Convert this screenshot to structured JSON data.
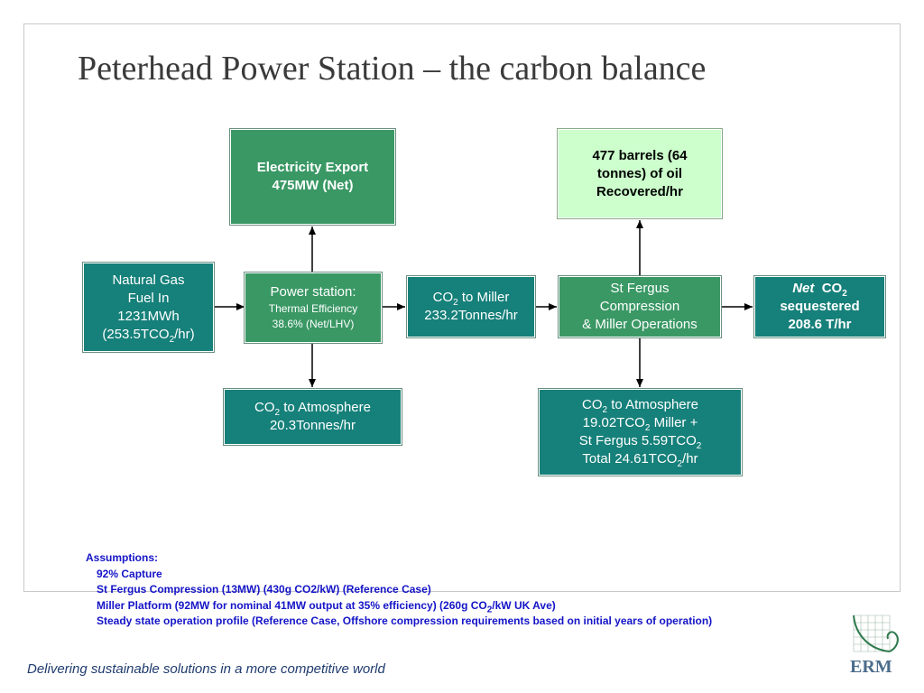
{
  "title": "Peterhead Power Station – the carbon balance",
  "boxes": {
    "electricity": {
      "line1": "Electricity Export",
      "line2": "475MW (Net)"
    },
    "oil": {
      "line1": "477 barrels (64",
      "line2": "tonnes) of oil",
      "line3": "Recovered/hr"
    },
    "natural_gas": {
      "line1": "Natural Gas",
      "line2": "Fuel In",
      "line3": "1231MWh",
      "line4_pre": "(253.5TCO",
      "line4_sub": "2",
      "line4_post": "/hr)"
    },
    "power_station": {
      "line1": "Power station:",
      "line2": "Thermal Efficiency",
      "line3": "38.6% (Net/LHV)"
    },
    "co2_miller": {
      "line1_pre": "CO",
      "line1_sub": "2",
      "line1_post": " to Miller",
      "line2": "233.2Tonnes/hr"
    },
    "st_fergus": {
      "line1": "St Fergus",
      "line2": "Compression",
      "line3": "& Miller Operations"
    },
    "net_co2": {
      "net": "Net",
      "line1_pre": "CO",
      "line1_sub": "2",
      "line2": "sequestered",
      "line3": "208.6 T/hr"
    },
    "atm_power": {
      "line1_pre": "CO",
      "line1_sub": "2",
      "line1_post": " to Atmosphere",
      "line2": "20.3Tonnes/hr"
    },
    "atm_fergus": {
      "line1_pre": "CO",
      "line1_sub": "2",
      "line1_post": " to Atmosphere",
      "line2_pre": "19.02TCO",
      "line2_sub": "2",
      "line2_post": " Miller +",
      "line3_pre": "St Fergus 5.59TCO",
      "line3_sub": "2",
      "line4_pre": "Total 24.61TCO",
      "line4_sub": "2",
      "line4_post": "/hr"
    }
  },
  "assumptions": {
    "heading": "Assumptions:",
    "item1": "92% Capture",
    "item2": "St Fergus Compression (13MW) (430g CO2/kW) (Reference Case)",
    "item3_pre": "Miller Platform (92MW for nominal 41MW output at 35% efficiency) (260g CO",
    "item3_sub": "2",
    "item3_post": "/kW UK Ave)",
    "item4": "Steady state operation profile (Reference Case, Offshore compression requirements based on initial years of operation)"
  },
  "footer": "Delivering sustainable solutions in a more competitive world",
  "logo_text": "ERM",
  "colors": {
    "teal": "#16807a",
    "green": "#3a9865",
    "light_green": "#ccffcc",
    "assumption_blue": "#1414c8"
  }
}
